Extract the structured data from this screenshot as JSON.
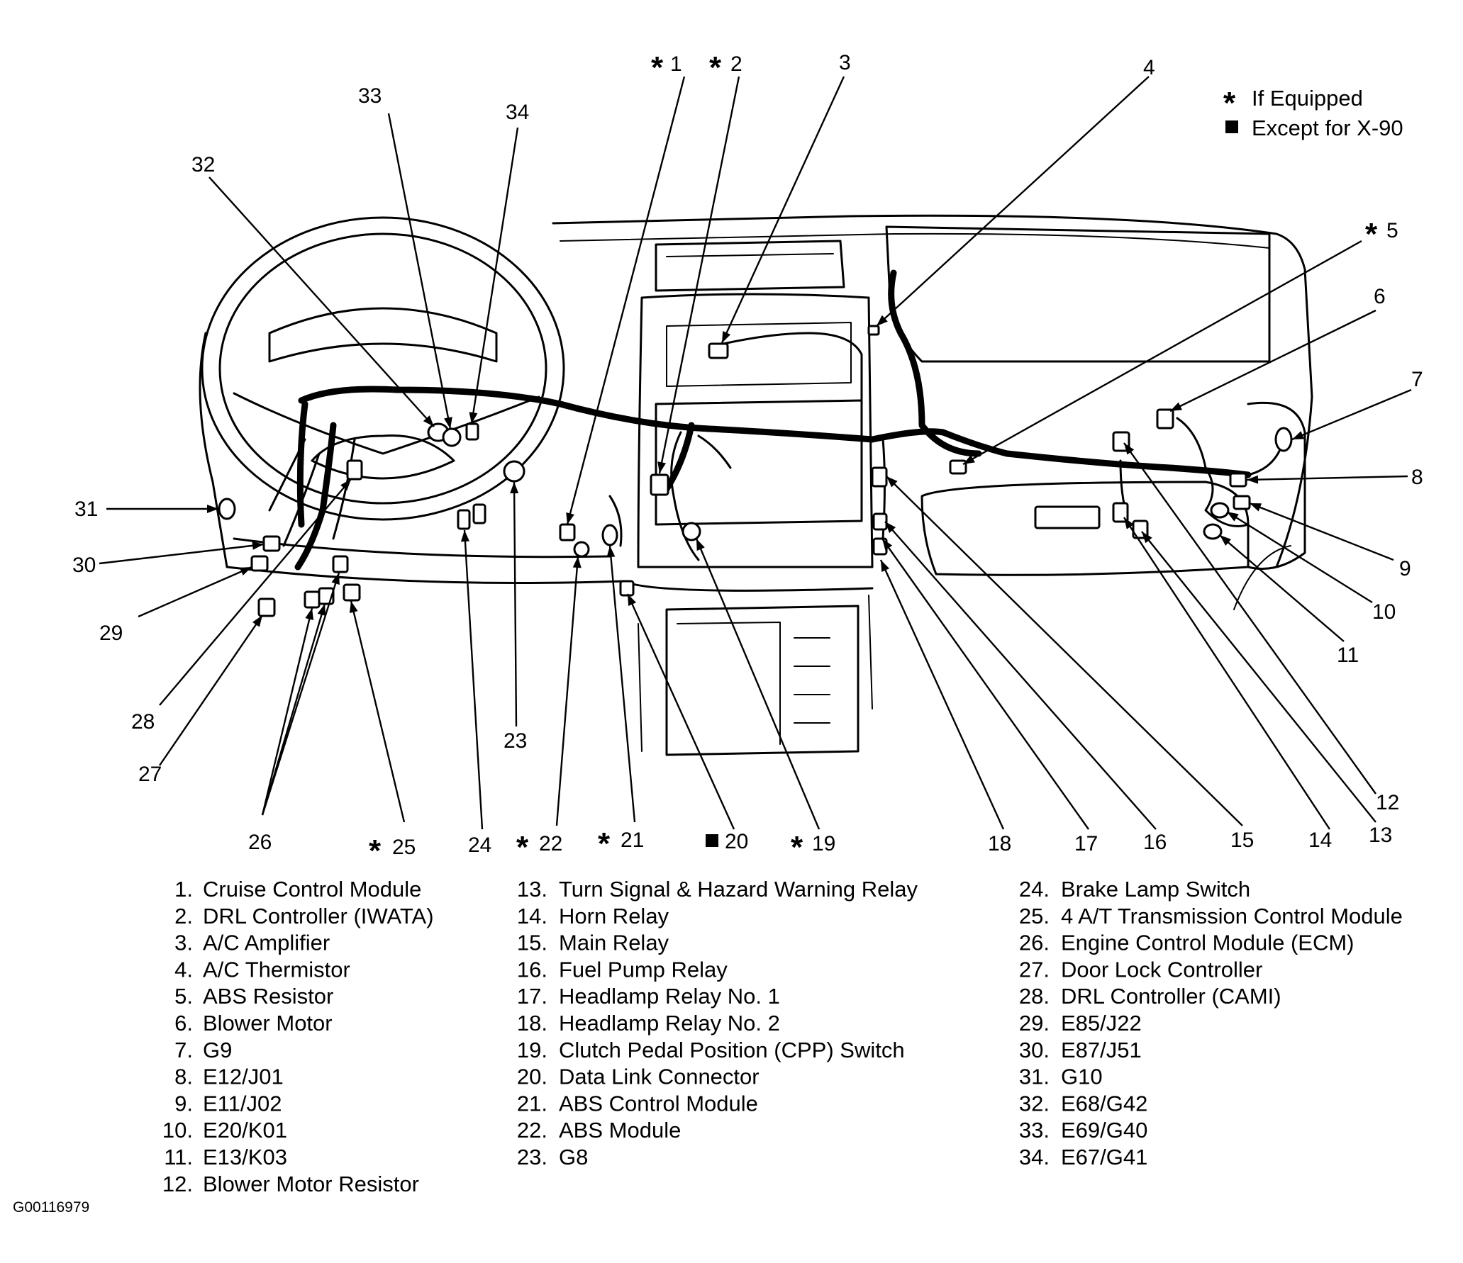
{
  "legend": {
    "star_label": "If Equipped",
    "square_label": "Except for X-90"
  },
  "callouts": [
    {
      "id": "1",
      "label": "1",
      "star": true,
      "square": false
    },
    {
      "id": "2",
      "label": "2",
      "star": true,
      "square": false
    },
    {
      "id": "3",
      "label": "3",
      "star": false,
      "square": false
    },
    {
      "id": "4",
      "label": "4",
      "star": false,
      "square": false
    },
    {
      "id": "5",
      "label": "5",
      "star": true,
      "square": false
    },
    {
      "id": "6",
      "label": "6",
      "star": false,
      "square": false
    },
    {
      "id": "7",
      "label": "7",
      "star": false,
      "square": false
    },
    {
      "id": "8",
      "label": "8",
      "star": false,
      "square": false
    },
    {
      "id": "9",
      "label": "9",
      "star": false,
      "square": false
    },
    {
      "id": "10",
      "label": "10",
      "star": false,
      "square": false
    },
    {
      "id": "11",
      "label": "11",
      "star": false,
      "square": false
    },
    {
      "id": "12",
      "label": "12",
      "star": false,
      "square": false
    },
    {
      "id": "13",
      "label": "13",
      "star": false,
      "square": false
    },
    {
      "id": "14",
      "label": "14",
      "star": false,
      "square": false
    },
    {
      "id": "15",
      "label": "15",
      "star": false,
      "square": false
    },
    {
      "id": "16",
      "label": "16",
      "star": false,
      "square": false
    },
    {
      "id": "17",
      "label": "17",
      "star": false,
      "square": false
    },
    {
      "id": "18",
      "label": "18",
      "star": false,
      "square": false
    },
    {
      "id": "19",
      "label": "19",
      "star": true,
      "square": false
    },
    {
      "id": "20",
      "label": "20",
      "star": false,
      "square": true
    },
    {
      "id": "21",
      "label": "21",
      "star": true,
      "square": false
    },
    {
      "id": "22",
      "label": "22",
      "star": true,
      "square": false
    },
    {
      "id": "23",
      "label": "23",
      "star": false,
      "square": false
    },
    {
      "id": "24",
      "label": "24",
      "star": false,
      "square": false
    },
    {
      "id": "25",
      "label": "25",
      "star": true,
      "square": false
    },
    {
      "id": "26",
      "label": "26",
      "star": false,
      "square": false
    },
    {
      "id": "27",
      "label": "27",
      "star": false,
      "square": false
    },
    {
      "id": "28",
      "label": "28",
      "star": false,
      "square": false
    },
    {
      "id": "29",
      "label": "29",
      "star": false,
      "square": false
    },
    {
      "id": "30",
      "label": "30",
      "star": false,
      "square": false
    },
    {
      "id": "31",
      "label": "31",
      "star": false,
      "square": false
    },
    {
      "id": "32",
      "label": "32",
      "star": false,
      "square": false
    },
    {
      "id": "33",
      "label": "33",
      "star": false,
      "square": false
    },
    {
      "id": "34",
      "label": "34",
      "star": false,
      "square": false
    }
  ],
  "component_list": [
    {
      "num": "1.",
      "name": "Cruise Control Module"
    },
    {
      "num": "2.",
      "name": "DRL Controller (IWATA)"
    },
    {
      "num": "3.",
      "name": "A/C Amplifier"
    },
    {
      "num": "4.",
      "name": "A/C Thermistor"
    },
    {
      "num": "5.",
      "name": "ABS Resistor"
    },
    {
      "num": "6.",
      "name": "Blower Motor"
    },
    {
      "num": "7.",
      "name": "G9"
    },
    {
      "num": "8.",
      "name": "E12/J01"
    },
    {
      "num": "9.",
      "name": "E11/J02"
    },
    {
      "num": "10.",
      "name": "E20/K01"
    },
    {
      "num": "11.",
      "name": "E13/K03"
    },
    {
      "num": "12.",
      "name": "Blower Motor Resistor"
    },
    {
      "num": "13.",
      "name": "Turn Signal & Hazard Warning Relay"
    },
    {
      "num": "14.",
      "name": "Horn Relay"
    },
    {
      "num": "15.",
      "name": "Main Relay"
    },
    {
      "num": "16.",
      "name": "Fuel Pump Relay"
    },
    {
      "num": "17.",
      "name": "Headlamp Relay No. 1"
    },
    {
      "num": "18.",
      "name": "Headlamp Relay No. 2"
    },
    {
      "num": "19.",
      "name": "Clutch Pedal Position (CPP) Switch"
    },
    {
      "num": "20.",
      "name": "Data Link Connector"
    },
    {
      "num": "21.",
      "name": "ABS Control Module"
    },
    {
      "num": "22.",
      "name": "ABS Module"
    },
    {
      "num": "23.",
      "name": "G8"
    },
    {
      "num": "24.",
      "name": "Brake Lamp Switch"
    },
    {
      "num": "25.",
      "name": "4 A/T Transmission Control Module"
    },
    {
      "num": "26.",
      "name": "Engine Control Module (ECM)"
    },
    {
      "num": "27.",
      "name": "Door Lock Controller"
    },
    {
      "num": "28.",
      "name": "DRL Controller (CAMI)"
    },
    {
      "num": "29.",
      "name": "E85/J22"
    },
    {
      "num": "30.",
      "name": "E87/J51"
    },
    {
      "num": "31.",
      "name": "G10"
    },
    {
      "num": "32.",
      "name": "E68/G42"
    },
    {
      "num": "33.",
      "name": "E69/G40"
    },
    {
      "num": "34.",
      "name": "E67/G41"
    }
  ],
  "figure_id": "G00116979"
}
